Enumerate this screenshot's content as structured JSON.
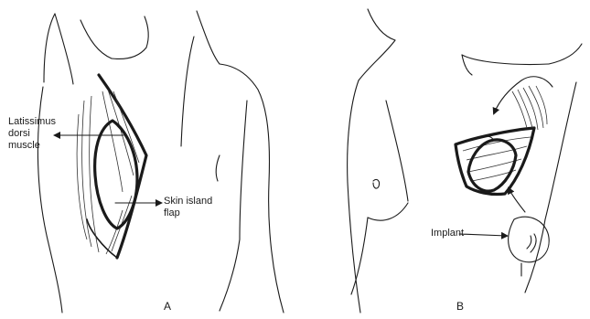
{
  "labels": {
    "latissimus": [
      "Latissimus",
      "dorsi",
      "muscle"
    ],
    "skin_island": [
      "Skin island",
      "flap"
    ],
    "implant": "Implant"
  },
  "panels": {
    "a": "A",
    "b": "B"
  }
}
